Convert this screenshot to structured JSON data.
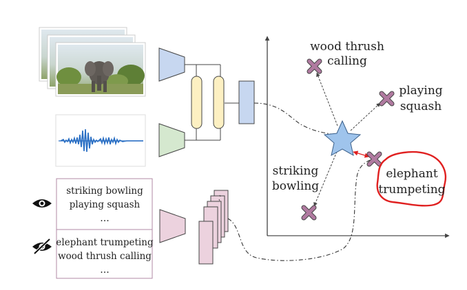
{
  "labels": {
    "wood_thrush_1": "wood thrush",
    "wood_thrush_2": "calling",
    "playing_squash_1": "playing",
    "playing_squash_2": "squash",
    "striking_bowling_1": "striking",
    "striking_bowling_2": "bowling",
    "elephant_trumpeting_1": "elephant",
    "elephant_trumpeting_2": "trumpeting"
  },
  "seen_classes": {
    "line1": "striking bowling",
    "line2": "playing squash",
    "ellipsis": "…"
  },
  "unseen_classes": {
    "line1": "elephant trumpeting",
    "line2": "wood thrush calling",
    "ellipsis": "…"
  },
  "icons": {
    "seen": "eye-icon",
    "unseen": "eye-slash-icon"
  },
  "colors": {
    "video_encoder": "#c7d7f0",
    "audio_encoder": "#d5e8cf",
    "fusion": "#fdf0c2",
    "text_encoder": "#ecd2de",
    "class_marker": "#b07aa0",
    "query_star": "#9fc4ec",
    "highlight": "#e02020",
    "nearest_arrow": "#e02020"
  }
}
